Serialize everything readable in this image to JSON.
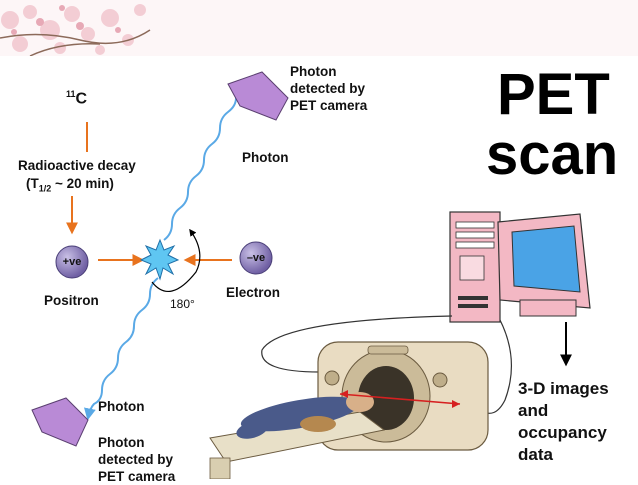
{
  "title_line1": "PET",
  "title_line2": "scan",
  "isotope": {
    "mass": "11",
    "symbol": "C"
  },
  "decay_label": "Radioactive decay",
  "half_life": {
    "prefix": "(T",
    "sub": "1/2",
    "suffix": " ~ 20 min)"
  },
  "positron_symbol": "+ve",
  "positron_label": "Positron",
  "electron_symbol": "–ve",
  "electron_label": "Electron",
  "angle_label": "180°",
  "photon_top": "Photon",
  "photon_bottom": "Photon",
  "detected_top": [
    "Photon",
    "detected by",
    "PET camera"
  ],
  "detected_bottom": [
    "Photon",
    "detected by",
    "PET camera"
  ],
  "output_label": [
    "3-D images",
    "and",
    "occupancy",
    "data"
  ],
  "colors": {
    "arrow": "#e8731e",
    "photon": "#5aa9e6",
    "detector": "#b98ad6",
    "ball": "#8a7ab8",
    "monitor": "#f3b8c4",
    "screen": "#4aa3e6"
  }
}
